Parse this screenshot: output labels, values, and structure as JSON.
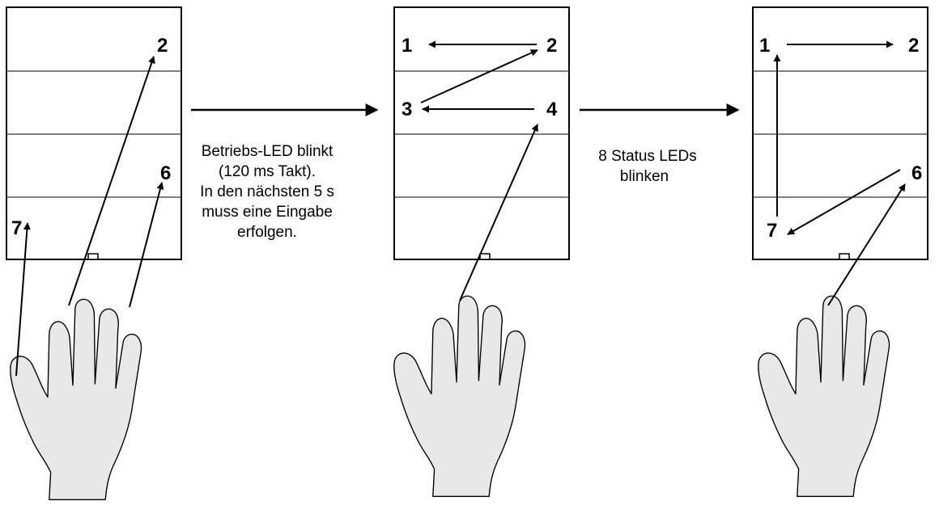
{
  "colors": {
    "line": "#000000",
    "hand_fill": "#e8e8e8",
    "background": "#ffffff"
  },
  "step1": {
    "labels": {
      "n2": "2",
      "n6": "6",
      "n7": "7"
    }
  },
  "transition1": {
    "lines": [
      "Betriebs-LED blinkt",
      "(120 ms Takt).",
      "In den nächsten 5 s",
      "muss eine Eingabe",
      "erfolgen."
    ]
  },
  "step2": {
    "labels": {
      "n1": "1",
      "n2": "2",
      "n3": "3",
      "n4": "4"
    }
  },
  "transition2": {
    "lines": [
      "8 Status LEDs",
      "blinken"
    ]
  },
  "step3": {
    "labels": {
      "n1": "1",
      "n2": "2",
      "n6": "6",
      "n7": "7"
    }
  }
}
